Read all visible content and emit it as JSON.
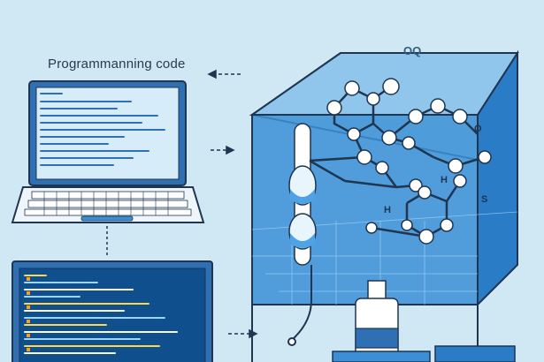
{
  "title": "Programmanning code",
  "molecule_labels": {
    "top": "OQ",
    "o_right": "O",
    "h_mid": "H",
    "h_left": "H",
    "s_right": "S"
  },
  "colors": {
    "background": "#cfe8f4",
    "laptop_frame": "#2f6fb3",
    "screen_bg": "#d6ecf9",
    "monitor_screen": "#0f4f8e",
    "cube_fill": "#3b8fd6",
    "outline": "#1f3550"
  },
  "icons": [
    "laptop-icon",
    "monitor-icon",
    "molecule-icon",
    "test-tube-icon",
    "flask-icon"
  ]
}
